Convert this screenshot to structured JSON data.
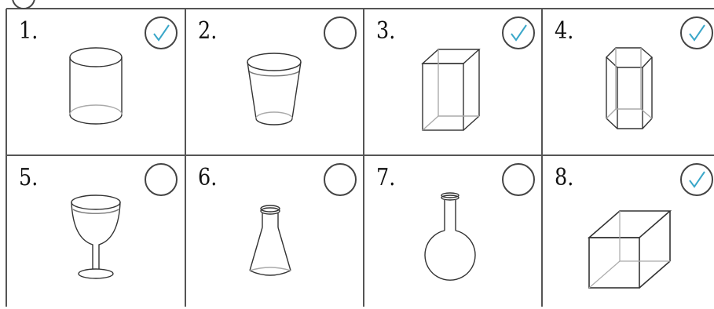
{
  "items": [
    {
      "number": "1.",
      "checked": true,
      "shape": "cylinder-icon"
    },
    {
      "number": "2.",
      "checked": false,
      "shape": "cup-icon"
    },
    {
      "number": "3.",
      "checked": true,
      "shape": "rectangular-prism-icon"
    },
    {
      "number": "4.",
      "checked": true,
      "shape": "hexagonal-prism-icon"
    },
    {
      "number": "5.",
      "checked": false,
      "shape": "wine-glass-icon"
    },
    {
      "number": "6.",
      "checked": false,
      "shape": "conical-flask-icon"
    },
    {
      "number": "7.",
      "checked": false,
      "shape": "round-flask-icon"
    },
    {
      "number": "8.",
      "checked": true,
      "shape": "cube-icon"
    }
  ],
  "colors": {
    "check": "#3aa7c9",
    "line": "#555555",
    "shape": "#333333"
  }
}
